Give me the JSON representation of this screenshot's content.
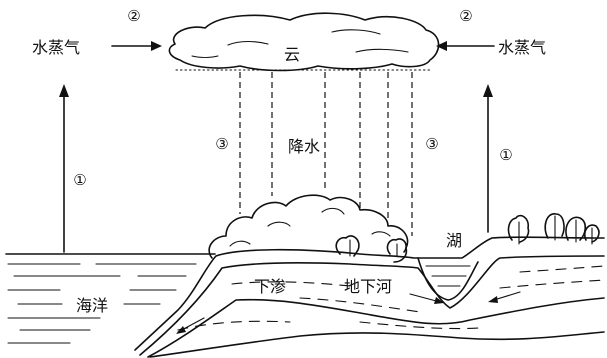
{
  "labels": {
    "vapor_left": "水蒸气",
    "vapor_right": "水蒸气",
    "cloud": "云",
    "precipitation": "降水",
    "ocean": "海洋",
    "lake": "湖",
    "infiltration": "下渗",
    "underground_river": "地下河"
  },
  "markers": {
    "m1": "①",
    "m2": "②",
    "m3": "③"
  }
}
